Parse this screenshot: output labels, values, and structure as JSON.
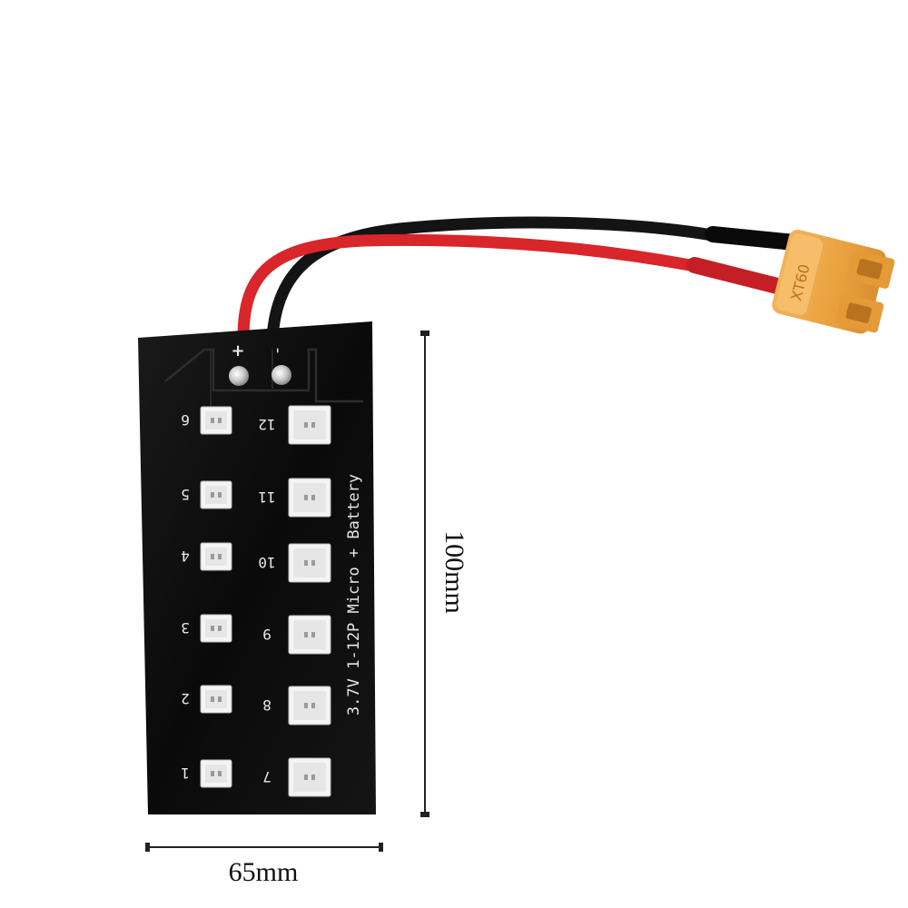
{
  "board": {
    "title": "3.7V 1-12P Micro + Battery",
    "plus_label": "+",
    "minus_label": "-",
    "left_ports": [
      "6",
      "5",
      "4",
      "3",
      "2",
      "1"
    ],
    "right_ports": [
      "12",
      "11",
      "10",
      "9",
      "8",
      "7"
    ],
    "color": "#0c0c0c"
  },
  "connector": {
    "marking": "XT60",
    "color": "#efa94a"
  },
  "wires": {
    "positive_color": "#d8262b",
    "negative_color": "#141414"
  },
  "dimensions": {
    "width_label": "65mm",
    "height_label": "100mm"
  },
  "icons": {
    "connector": "xt60-plug-icon",
    "port": "jst-socket-icon"
  }
}
